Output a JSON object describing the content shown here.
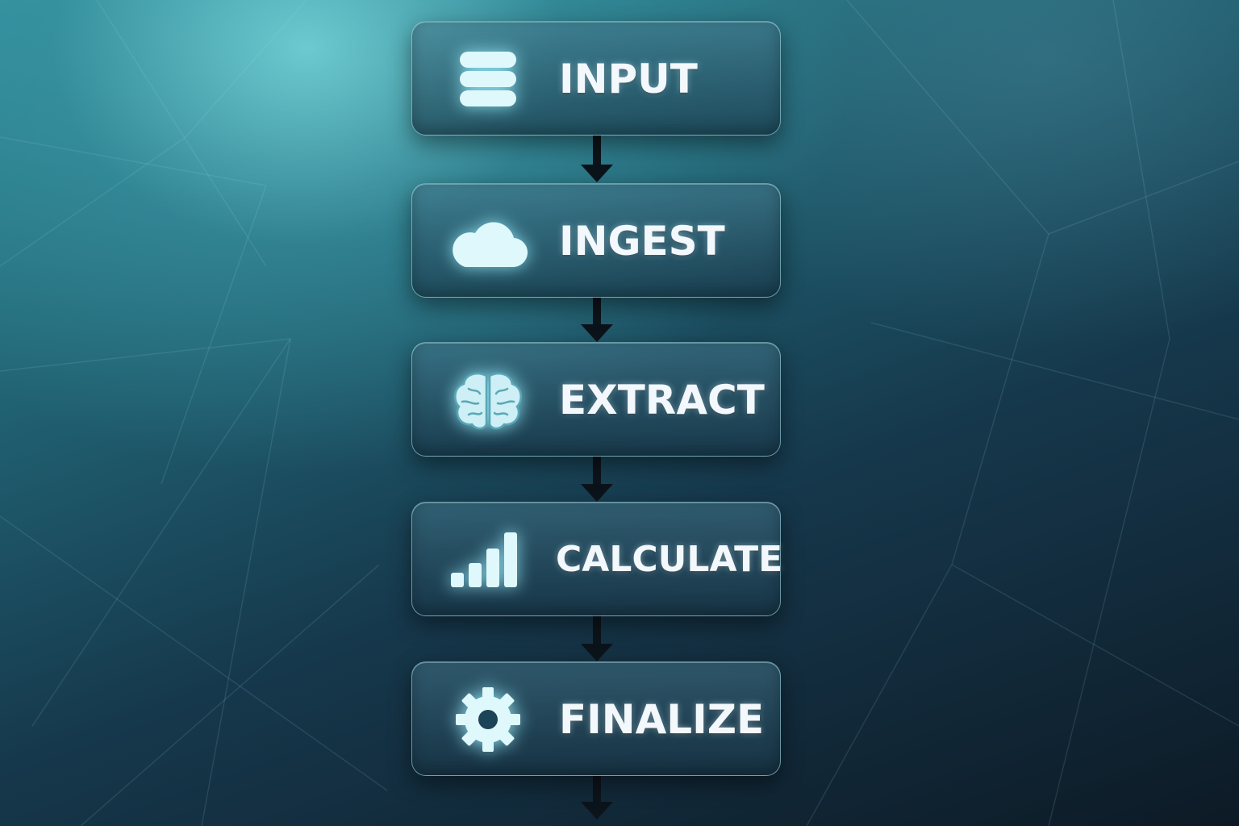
{
  "flow": {
    "steps": [
      {
        "label": "INPUT",
        "icon": "database-icon"
      },
      {
        "label": "INGEST",
        "icon": "cloud-icon"
      },
      {
        "label": "EXTRACT",
        "icon": "brain-icon"
      },
      {
        "label": "CALCULATE",
        "icon": "bar-chart-icon"
      },
      {
        "label": "FINALIZE",
        "icon": "gear-icon"
      }
    ],
    "colors": {
      "icon": "#dff8fc",
      "icon_glow": "#96ebfa",
      "label": "#f2f8fb",
      "arrow": "#0c141b",
      "box_border": "#aae1eb"
    }
  }
}
